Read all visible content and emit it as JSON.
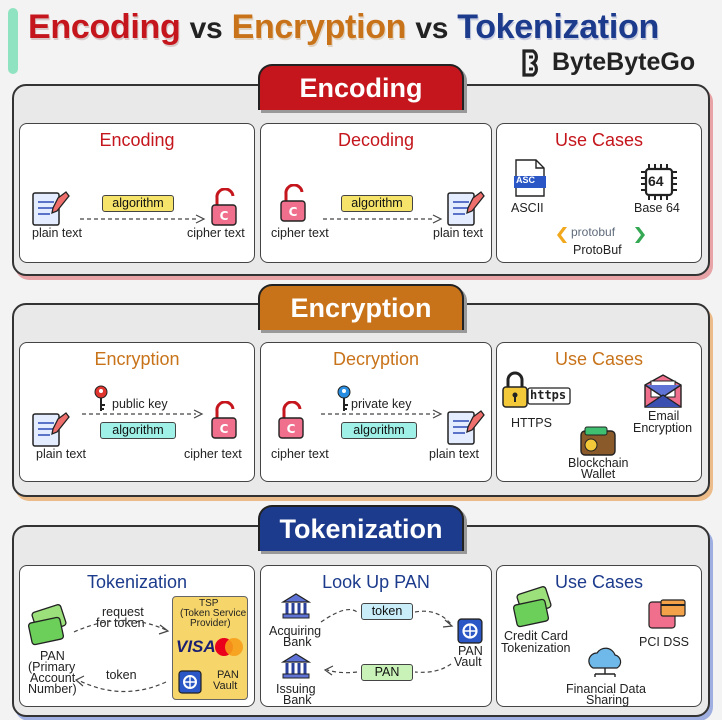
{
  "header": {
    "title_word1": "Encoding",
    "title_vs1": "vs",
    "title_word2": "Encryption",
    "title_vs2": "vs",
    "title_word3": "Tokenization",
    "brand": "ByteByteGo"
  },
  "colors": {
    "encoding": "#c4161c",
    "encryption": "#c8731a",
    "tokenization": "#1c3b8c"
  },
  "encoding": {
    "tab": "Encoding",
    "encode": {
      "title": "Encoding",
      "algo": "algorithm",
      "input": "plain text",
      "output": "cipher text"
    },
    "decode": {
      "title": "Decoding",
      "algo": "algorithm",
      "input": "cipher text",
      "output": "plain text"
    },
    "use_cases": {
      "title": "Use Cases",
      "ascii_badge": "ASC",
      "ascii": "ASCII",
      "base64_badge": "64",
      "base64": "Base 64",
      "protobuf_logo": "protobuf",
      "protobuf": "ProtoBuf"
    }
  },
  "encryption": {
    "tab": "Encryption",
    "encrypt": {
      "title": "Encryption",
      "key": "public key",
      "algo": "algorithm",
      "input": "plain text",
      "output": "cipher text"
    },
    "decrypt": {
      "title": "Decryption",
      "key": "private key",
      "algo": "algorithm",
      "input": "cipher text",
      "output": "plain text"
    },
    "use_cases": {
      "title": "Use Cases",
      "https_badge": "https",
      "https": "HTTPS",
      "email_line1": "Email",
      "email_line2": "Encryption",
      "wallet_line1": "Blockchain",
      "wallet_line2": "Wallet"
    }
  },
  "tokenization": {
    "tab": "Tokenization",
    "tokenize": {
      "title": "Tokenization",
      "pan_line1": "PAN",
      "pan_line2": "(Primary",
      "pan_line3": "Account",
      "pan_line4": "Number)",
      "request_line1": "request",
      "request_line2": "for token",
      "token": "token",
      "tsp_line1": "TSP",
      "tsp_line2": "(Token Service",
      "tsp_line3": "Provider)",
      "visa": "VISA",
      "vault_line1": "PAN",
      "vault_line2": "Vault"
    },
    "lookup": {
      "title": "Look Up PAN",
      "acq_line1": "Acquiring",
      "acq_line2": "Bank",
      "iss_line1": "Issuing",
      "iss_line2": "Bank",
      "token": "token",
      "pan": "PAN",
      "vault_line1": "PAN",
      "vault_line2": "Vault"
    },
    "use_cases": {
      "title": "Use Cases",
      "cc_line1": "Credit Card",
      "cc_line2": "Tokenization",
      "pci": "PCI DSS",
      "fin_line1": "Financial Data",
      "fin_line2": "Sharing"
    }
  }
}
